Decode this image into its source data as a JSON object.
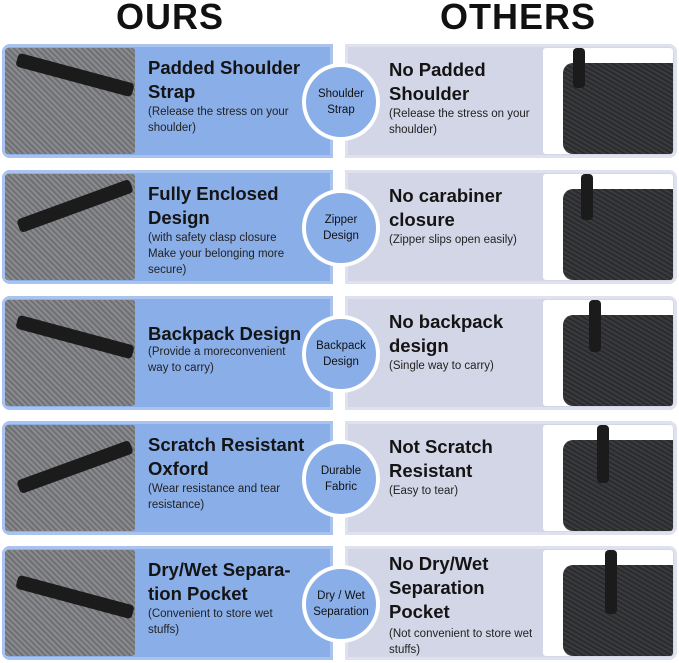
{
  "headers": {
    "ours": "OURS",
    "others": "OTHERS"
  },
  "colors": {
    "ours_panel": "#8aaee8",
    "others_panel": "#d3d6e6"
  },
  "rows": [
    {
      "ours_title": "Padded Shoulder Strap",
      "ours_desc": "(Release the stress on your shoulder)",
      "badge": "Shoulder\nStrap",
      "others_title": "No Padded Shoulder",
      "others_desc": "(Release the stress on your shoulder)"
    },
    {
      "ours_title": "Fully Enclosed Design",
      "ours_desc": "(with safety clasp closure Make your belonging more secure)",
      "badge": "Zipper\nDesign",
      "others_title": "No carabiner closure",
      "others_desc": "(Zipper slips open easily)"
    },
    {
      "ours_title": "Backpack Design",
      "ours_desc": "(Provide a moreconvenient way to carry)",
      "badge": "Backpack\nDesign",
      "others_title": "No backpack design",
      "others_desc": "(Single way to carry)"
    },
    {
      "ours_title": "Scratch Resistant Oxford",
      "ours_desc": "(Wear resistance and tear resistance)",
      "badge": "Durable\nFabric",
      "others_title": "Not Scratch Resistant",
      "others_desc": "(Easy to tear)"
    },
    {
      "ours_title": "Dry/Wet Separa-tion Pocket",
      "ours_desc": "(Convenient to store wet stuffs)",
      "badge": "Dry / Wet\nSeparation",
      "others_title": "No Dry/Wet Separation Pocket",
      "others_desc": "(Not convenient to store wet stuffs)"
    }
  ]
}
